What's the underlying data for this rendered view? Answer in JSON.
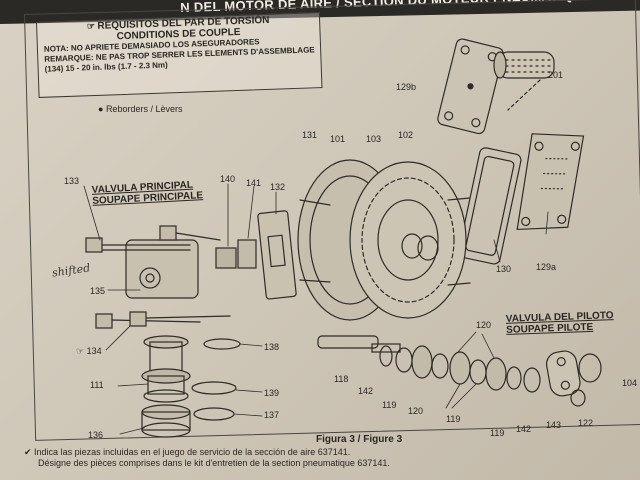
{
  "header": {
    "title": "N DEL MOTOR DE AIRE / SECTION DU MOTEUR PNEUMATIQUE"
  },
  "torque_box": {
    "title_es": "REQUISITOS DEL PAR DE TORSIÓN",
    "title_fr": "CONDITIONS DE COUPLE",
    "note_es": "NOTA: NO APRIETE DEMASIADO LOS ASEGURADORES",
    "note_fr": "REMARQUE: NE PAS TROP SERRER LES ELEMENTS D'ASSEMBLAGE",
    "spec": "(134) 15 - 20 in. lbs (1.7 - 2.3 Nm)"
  },
  "reborders_label": "Reborders / Lèvers",
  "section_titles": {
    "main_valve_es": "VALVULA PRINCIPAL",
    "main_valve_fr": "SOUPAPE PRINCIPALE",
    "pilot_valve_es": "VALVULA DEL PILOTO",
    "pilot_valve_fr": "SOUPAPE PILOTE"
  },
  "handwriting": "shifted",
  "part_labels": {
    "p129b": "129b",
    "p201": "201",
    "p131": "131",
    "p101": "101",
    "p103": "103",
    "p102": "102",
    "p133": "133",
    "p140": "140",
    "p141": "141",
    "p132": "132",
    "p130": "130",
    "p129a": "129a",
    "p135": "135",
    "p134": "134",
    "p138": "138",
    "p120a": "120",
    "p111": "111",
    "p118": "118",
    "p142a": "142",
    "p119a": "119",
    "p120b": "120",
    "p139": "139",
    "p119b": "119",
    "p119c": "119",
    "p142b": "142",
    "p143": "143",
    "p122": "122",
    "p104": "104",
    "p137": "137",
    "p136": "136"
  },
  "caption": "Figura 3 / Figure 3",
  "footnote": {
    "line_es": "Indica las piezas incluidas en el juego de servicio de la sección de aire 637141.",
    "line_fr": "Désigne des pièces comprises dans le kit d'entretien de la section pneumatique 637141."
  },
  "colors": {
    "paper": "#d2cabb",
    "ink": "#2a2722",
    "header": "#2b2925"
  }
}
